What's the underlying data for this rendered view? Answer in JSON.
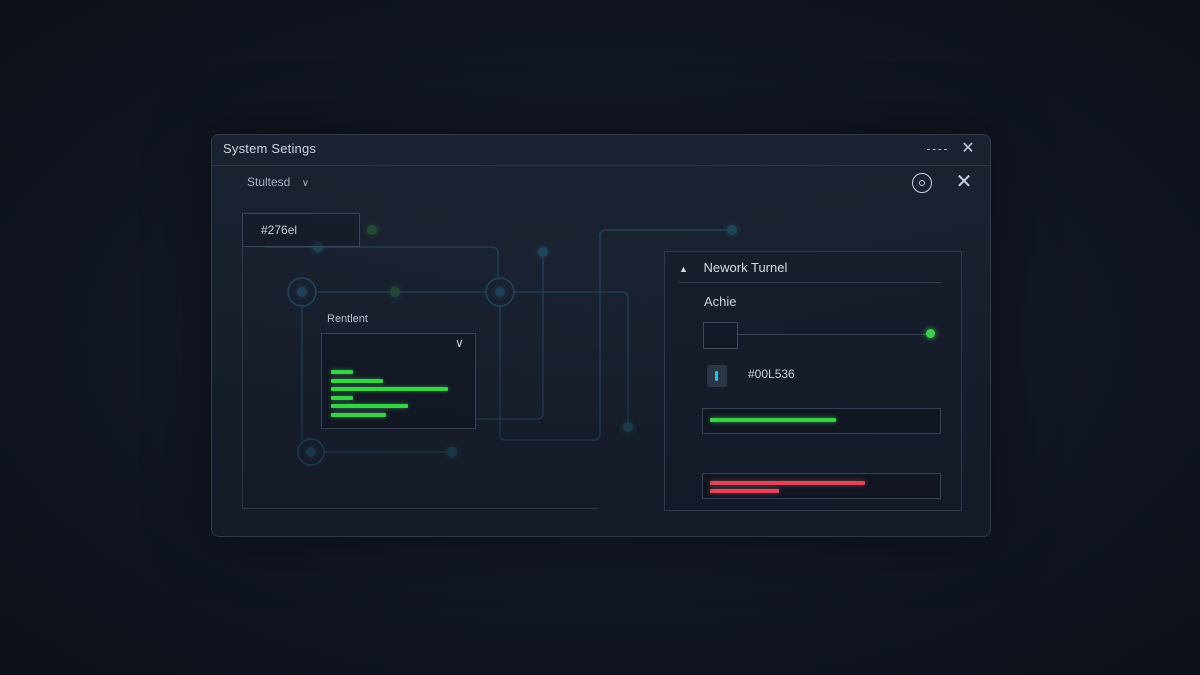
{
  "window": {
    "title": "System Setings"
  },
  "subheader": {
    "selector_label": "Stultesd"
  },
  "left_panel": {
    "id_value": "#276el",
    "node_label": "Rentlent",
    "dropdown_bars_pct": [
      15,
      36,
      81,
      15,
      53,
      38
    ]
  },
  "right_panel": {
    "header": "Nework Turnel",
    "status": "Achie",
    "slider_level_pct": 100,
    "color_code": "#00L536",
    "meter_green_pct": 57,
    "meter_red_pct": [
      70,
      31
    ]
  },
  "colors": {
    "accent_cyan": "#22c0e8",
    "accent_green": "#3bd14b",
    "accent_red": "#e0455a",
    "background": "#111723"
  },
  "icons": {
    "minimize": "minimize-icon",
    "close": "close-icon",
    "settings_circle": "settings-circle-icon",
    "chevron": "chevron-down-icon",
    "caret": "caret-up-icon",
    "lock": "lock-icon"
  }
}
